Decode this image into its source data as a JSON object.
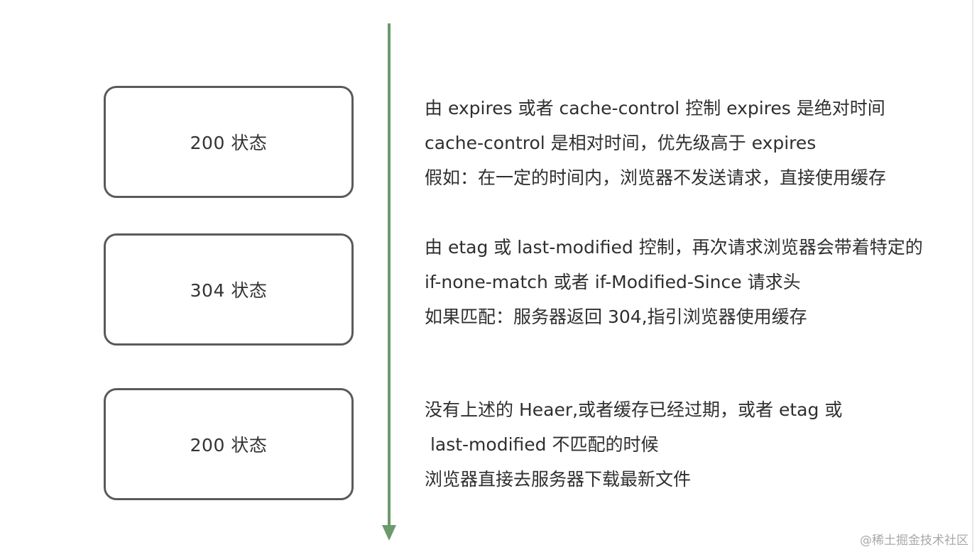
{
  "colors": {
    "arrow": "#6b9a6b",
    "box_border": "#5a5a5a",
    "text": "#2f2f2f"
  },
  "stages": [
    {
      "label": "200 状态",
      "lines": [
        "由 expires 或者 cache-control 控制 expires 是绝对时间",
        "cache-control 是相对时间，优先级高于 expires",
        "假如：在一定的时间内，浏览器不发送请求，直接使用缓存"
      ]
    },
    {
      "label": "304 状态",
      "lines": [
        "由 etag 或 last-modified 控制，再次请求浏览器会带着特定的",
        "if-none-match 或者 if-Modified-Since 请求头",
        "如果匹配：服务器返回 304,指引浏览器使用缓存"
      ]
    },
    {
      "label": "200 状态",
      "lines": [
        "没有上述的 Heaer,或者缓存已经过期，或者 etag 或",
        " last-modified 不匹配的时候",
        "浏览器直接去服务器下载最新文件"
      ]
    }
  ],
  "watermark": "@稀土掘金技术社区"
}
